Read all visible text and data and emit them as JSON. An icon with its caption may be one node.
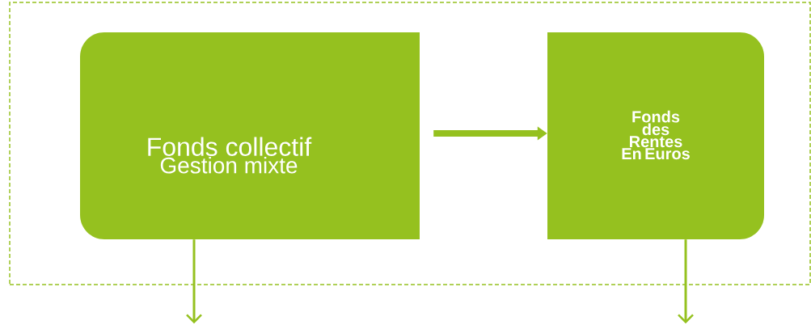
{
  "diagram": {
    "nodes": [
      {
        "text": [],
        "shape": "box"
      },
      {
        "text": [
          "Fonds collectif",
          "Gestion mixte"
        ],
        "in": 0
      },
      {
        "text": [
          "Fonds des Rentes En Euros"
        ],
        "in": 0
      }
    ],
    "edges": [
      {
        "from": 1,
        "to": 2,
        "arrow": "to",
        "style": "thick"
      },
      {
        "from": 1,
        "to": null,
        "arrow": "to"
      },
      {
        "from": 2,
        "to": null,
        "arrow": "to"
      }
    ]
  }
}
